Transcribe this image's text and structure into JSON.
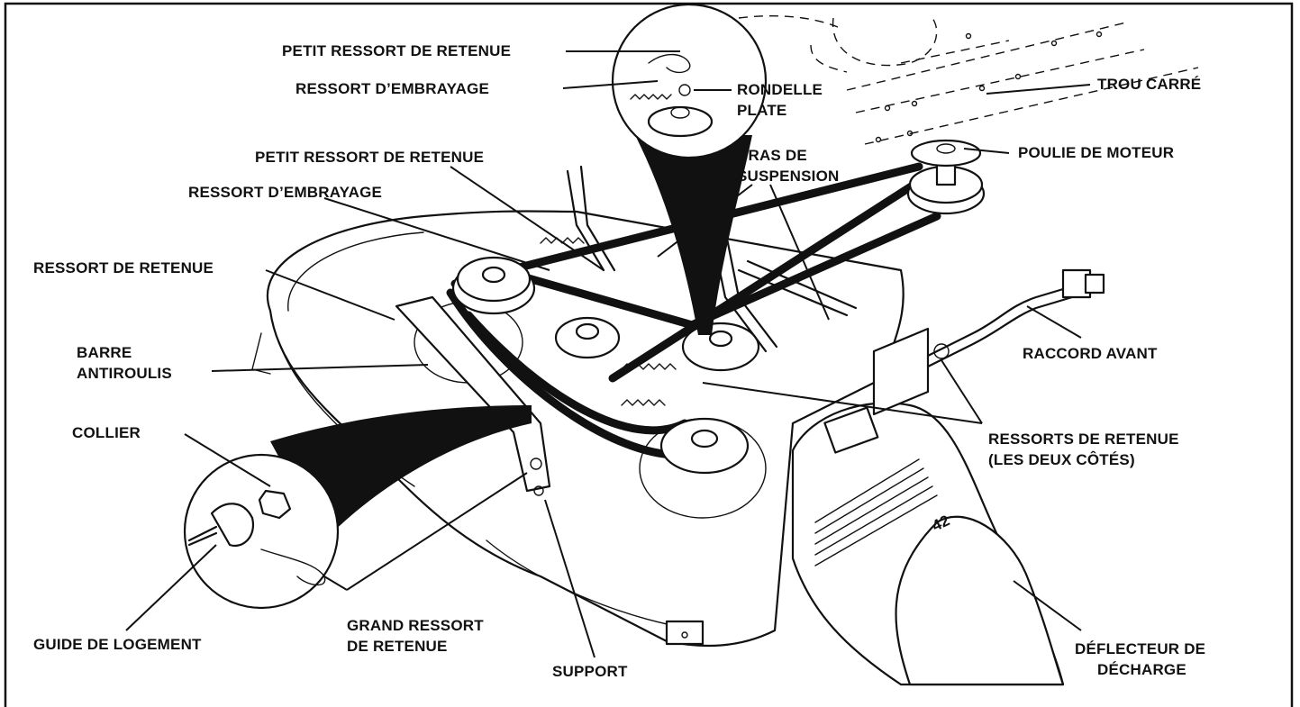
{
  "labels": {
    "petit_ressort_top": "PETIT RESSORT DE RETENUE",
    "ressort_embrayage_top": "RESSORT D’EMBRAYAGE",
    "rondelle_line1": "RONDELLE",
    "rondelle_line2": "PLATE",
    "trou_carre": "TROU CARRÉ",
    "petit_ressort_mid": "PETIT RESSORT DE RETENUE",
    "bras_line1": "BRAS DE",
    "bras_line2": "SUSPENSION",
    "poulie_moteur": "POULIE DE MOTEUR",
    "ressort_embrayage_mid": "RESSORT D’EMBRAYAGE",
    "ressort_retenue": "RESSORT DE RETENUE",
    "barre_line1": "BARRE",
    "barre_line2": "ANTIROULIS",
    "raccord_avant": "RACCORD AVANT",
    "collier": "COLLIER",
    "ressorts_line1": "RESSORTS DE RETENUE",
    "ressorts_line2": "(LES DEUX CÔTÉS)",
    "grand_line1": "GRAND RESSORT",
    "grand_line2": "DE RETENUE",
    "guide_logement": "GUIDE DE LOGEMENT",
    "support": "SUPPORT",
    "deflecteur_line1": "DÉFLECTEUR DE",
    "deflecteur_line2": "DÉCHARGE",
    "deck_size": "42"
  }
}
